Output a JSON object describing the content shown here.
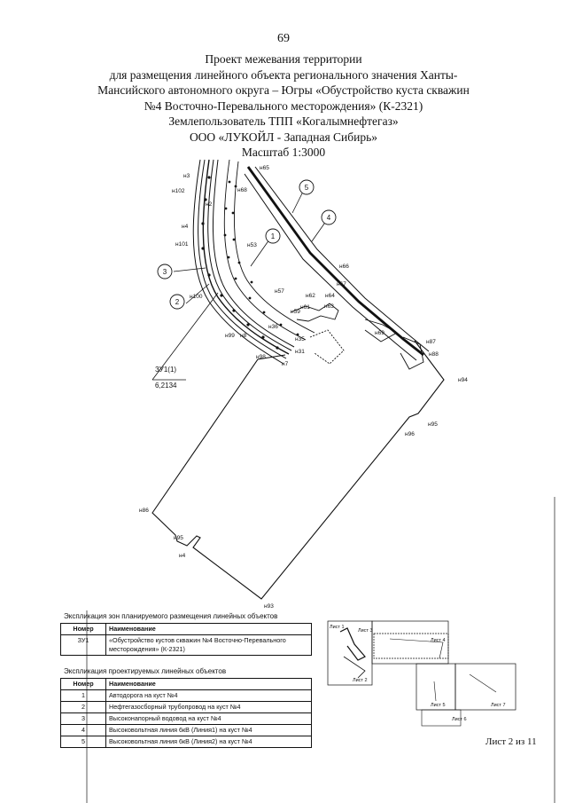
{
  "page_number": "69",
  "title": {
    "line1": "Проект межевания территории",
    "line2": "для размещения линейного объекта регионального значения Ханты-",
    "line3": "Мансийского автономного округа – Югры «Обустройство куста скважин",
    "line4": "№4 Восточно-Перевального месторождения» (К-2321)",
    "line5": "Землепользователь ТПП «Когалымнефтегаз»",
    "line6": "ООО «ЛУКОЙЛ - Западная Сибирь»",
    "scale": "Масштаб 1:3000"
  },
  "plan": {
    "parcel_label": "ЗУ1(1)",
    "parcel_area": "6,2134",
    "callouts": [
      "1",
      "2",
      "3",
      "4",
      "5"
    ],
    "point_labels": {
      "n3": "н3",
      "n102": "н102",
      "n2": "н2",
      "n4": "н4",
      "n101": "н101",
      "n100": "н100",
      "n99": "н99",
      "n98": "н98",
      "n8": "н8",
      "n7": "н7",
      "n31": "н31",
      "n35": "н35",
      "n36": "н36",
      "n53": "н53",
      "n57": "н57",
      "n62": "н62",
      "n64": "н64",
      "n63": "н63",
      "n61": "н61",
      "n59": "н59",
      "n65": "н65",
      "n68": "н68",
      "n66": "н66",
      "n67": "н67",
      "n69": "н69",
      "n87": "н87",
      "n88": "н88",
      "n94": "н94",
      "n95": "н95",
      "n96": "н96",
      "n93": "н93",
      "n86": "н86",
      "n95b": "н95",
      "n4b": "н4"
    }
  },
  "table1": {
    "title": "Экспликация зон планируемого размещения линейных объектов",
    "headers": [
      "Номер",
      "Наименование"
    ],
    "rows": [
      {
        "num": "ЗУ1",
        "name": "«Обустройство кустов скважин №4 Восточно-Перевального месторождения» (К-2321)"
      }
    ]
  },
  "table2": {
    "title": "Экспликация проектируемых линейных объектов",
    "headers": [
      "Номер",
      "Наименование"
    ],
    "rows": [
      {
        "num": "1",
        "name": "Автодорога на куст №4"
      },
      {
        "num": "2",
        "name": "Нефтегазосборный трубопровод на куст №4"
      },
      {
        "num": "3",
        "name": "Высоконапорный водовод на куст №4"
      },
      {
        "num": "4",
        "name": "Высоковольтная линия 6кВ (Линия1) на куст №4"
      },
      {
        "num": "5",
        "name": "Высоковольтная линия 6кВ (Линия2) на куст №4"
      }
    ]
  },
  "sheet_index": {
    "sheets": [
      "Лист 1",
      "Лист 2",
      "Лист 3",
      "Лист 4",
      "Лист 5",
      "Лист 6",
      "Лист 7"
    ]
  },
  "footer": "Лист 2 из 11"
}
